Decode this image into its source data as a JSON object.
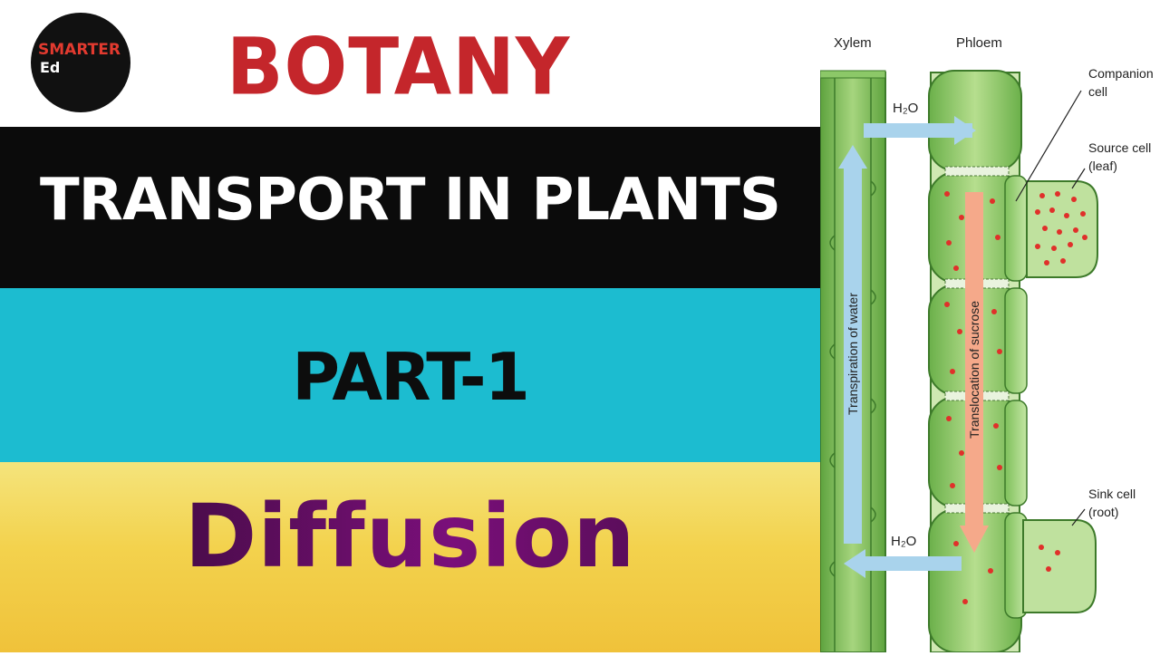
{
  "logo": {
    "line1": "SMARTER",
    "line2": "Ed"
  },
  "titles": {
    "subject": "BOTANY",
    "topic": "TRANSPORT IN PLANTS",
    "part": "PART-1",
    "lesson": "Diffusion"
  },
  "diagram": {
    "xylem_label": "Xylem",
    "phloem_label": "Phloem",
    "companion_line1": "Companion",
    "companion_line2": "cell",
    "source_line1": "Source cell",
    "source_line2": "(leaf)",
    "sink_line1": "Sink cell",
    "sink_line2": "(root)",
    "h2o_top": "H₂O",
    "h2o_bottom": "H₂O",
    "water_arrow_label": "Transpiration of water",
    "sucrose_arrow_label": "Translocation of sucrose"
  },
  "colors": {
    "botany_red": "#c4262b",
    "band_black": "#0b0b0b",
    "band_cyan": "#1cbcd0",
    "band_yellow": "#f3d24d",
    "diffusion_purple": "#7a0f7a",
    "tube_green": "#7fbf5a",
    "water_blue": "#a9d3ec",
    "sucrose_orange": "#f5a98a",
    "dot_red": "#e0302a"
  }
}
